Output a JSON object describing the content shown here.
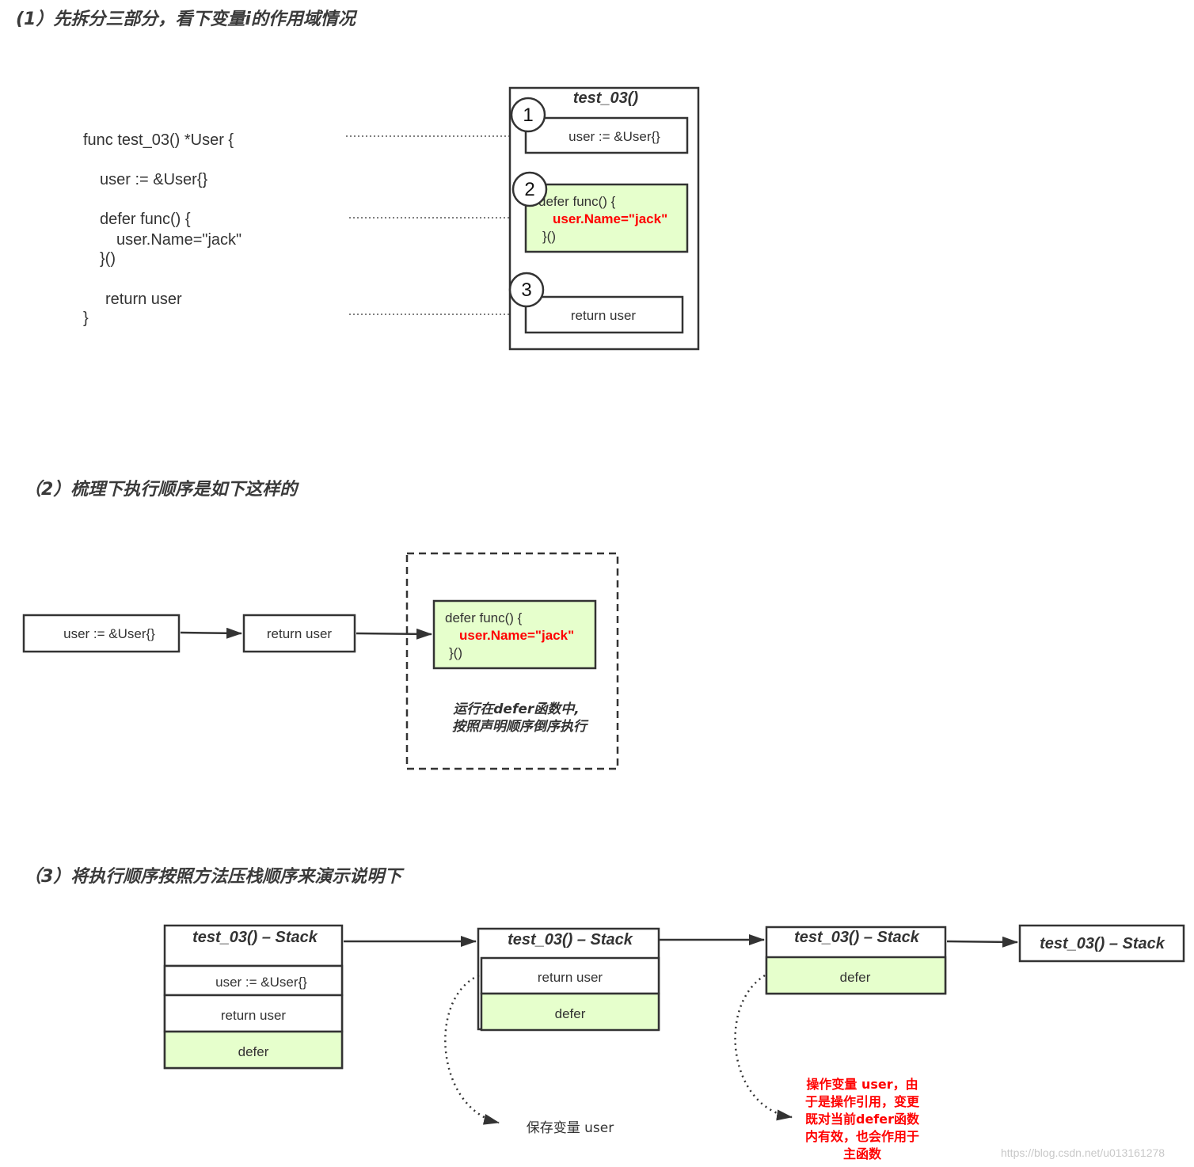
{
  "sections": {
    "s1_heading": "(1）先拆分三部分，看下变量i的作用域情况",
    "s2_heading": "（2）梳理下执行顺序是如下这样的",
    "s3_heading": "（3）将执行顺序按照方法压栈顺序来演示说明下"
  },
  "code": {
    "line1": "func test_03() *User {",
    "line2": "user := &User{}",
    "line3": "defer func() {",
    "line4": "user.Name=\"jack\"",
    "line5": "}()",
    "line6": "return user",
    "line7": "}"
  },
  "scope": {
    "title": "test_03()",
    "badges": [
      "1",
      "2",
      "3"
    ],
    "assign": "user := &User{}",
    "defer_l1": "defer func() {",
    "defer_l2": "user.Name=\"jack\"",
    "defer_l3": "}()",
    "ret": "return user"
  },
  "flow": {
    "assign": "user := &User{}",
    "ret": "return user",
    "defer_l1": "defer func() {",
    "defer_l2": "user.Name=\"jack\"",
    "defer_l3": "}()",
    "note_l1": "运行在defer函数中,",
    "note_l2": "按照声明顺序倒序执行"
  },
  "stacks": {
    "title": "test_03() – Stack",
    "assign": "user := &User{}",
    "ret": "return user",
    "defer": "defer",
    "save_note": "保存变量 user",
    "red_note": [
      "操作变量 user，由",
      "于是操作引用，变更",
      "既对当前defer函数",
      "内有效，也会作用于",
      "主函数"
    ]
  },
  "watermark": "https://blog.csdn.net/u013161278",
  "colors": {
    "green_fill": "#e6ffcc",
    "stroke": "#333333",
    "accent_red": "#ff0000"
  }
}
